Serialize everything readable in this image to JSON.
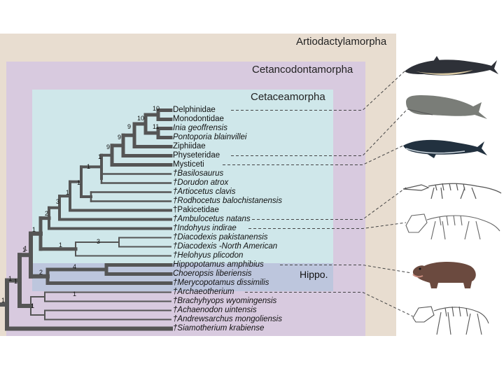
{
  "clades": {
    "artiodactylamorpha": "Artiodactylamorpha",
    "cetancodontamorpha": "Cetancodontamorpha",
    "cetaceamorpha": "Cetaceamorpha",
    "hippo": "Hippo."
  },
  "taxa": [
    {
      "label": "Delphinidae",
      "italic": false
    },
    {
      "label": "Monodontidae",
      "italic": false
    },
    {
      "label": "Inia geoffrensis",
      "italic": true
    },
    {
      "label": "Pontoporia blainvillei",
      "italic": true
    },
    {
      "label": "Ziphiidae",
      "italic": false
    },
    {
      "label": "Physeteridae",
      "italic": false
    },
    {
      "label": "Mysticeti",
      "italic": false
    },
    {
      "label": "†Basilosaurus",
      "italic": true
    },
    {
      "label": "†Dorudon atrox",
      "italic": true
    },
    {
      "label": "†Artiocetus clavis",
      "italic": true
    },
    {
      "label": "†Rodhocetus balochistanensis",
      "italic": true
    },
    {
      "label": "†Pakicetidae",
      "italic": false
    },
    {
      "label": "†Ambulocetus natans",
      "italic": true
    },
    {
      "label": "†Indohyus indirae",
      "italic": true
    },
    {
      "label": "†Diacodexis pakistanensis",
      "italic": true
    },
    {
      "label": "†Diacodexis -North American",
      "italic": true
    },
    {
      "label": "†Helohyus plicodon",
      "italic": true
    },
    {
      "label": "Hippopotamus amphibius",
      "italic": true
    },
    {
      "label": "Choeropsis liberiensis",
      "italic": true
    },
    {
      "label": "†Merycopotamus dissimilis",
      "italic": true
    },
    {
      "label": "†Archaeotherium",
      "italic": true
    },
    {
      "label": "†Brachyhyops wyomingensis",
      "italic": true
    },
    {
      "label": "†Achaenodon uintensis",
      "italic": true
    },
    {
      "label": "†Andrewsarchus mongoliensis",
      "italic": true
    },
    {
      "label": "†Siamotherium krabiense",
      "italic": true
    }
  ],
  "branch_labels": [
    "10",
    "10",
    "11",
    "9",
    "9",
    "9",
    "1",
    "1",
    "1",
    "1",
    "3",
    "2",
    "1",
    "1",
    "1",
    "3",
    "1",
    "4",
    "2",
    "1",
    "1",
    "1",
    "1",
    "1"
  ],
  "illustrations": [
    {
      "name": "dolphin",
      "icon": "dolphin-illustration",
      "points_to": "Delphinidae"
    },
    {
      "name": "sperm-whale",
      "icon": "sperm-whale-illustration",
      "points_to": "Physeteridae"
    },
    {
      "name": "baleen-whale",
      "icon": "humpback-whale-illustration",
      "points_to": "Mysticeti"
    },
    {
      "name": "ambulocetus",
      "icon": "skeleton-illustration",
      "points_to": "†Ambulocetus natans"
    },
    {
      "name": "indohyus",
      "icon": "skeleton-illustration",
      "points_to": "†Indohyus indirae"
    },
    {
      "name": "hippo",
      "icon": "hippo-illustration",
      "points_to": "Hippopotamus amphibius"
    },
    {
      "name": "archaeotherium",
      "icon": "skeleton-illustration",
      "points_to": "†Archaeotherium"
    }
  ],
  "colors": {
    "artiodactylamorpha_bg": "#e8ddd0",
    "cetancodontamorpha_bg": "#d8cadf",
    "cetaceamorpha_bg": "#cfe7ea",
    "hippo_bg": "#bdc6dd",
    "branch": "#555555"
  }
}
